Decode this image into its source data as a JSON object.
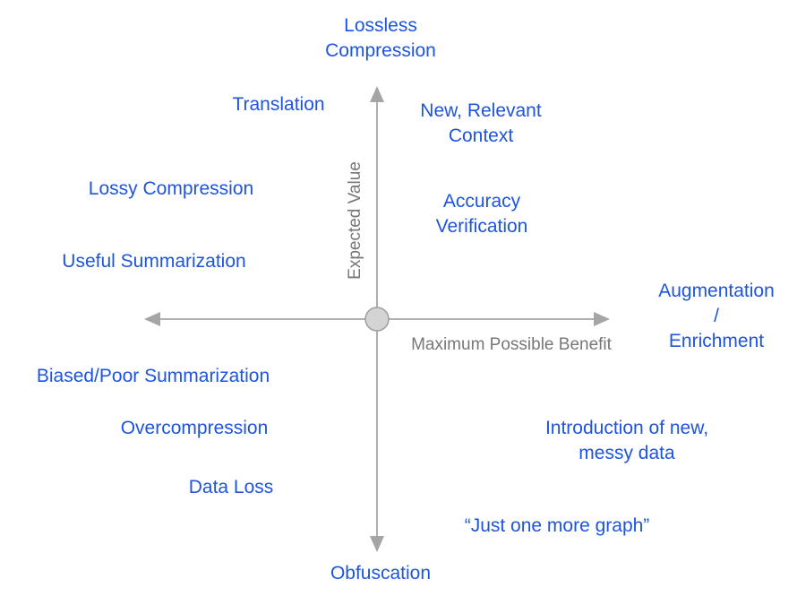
{
  "axes": {
    "y_label": "Expected Value",
    "x_label": "Maximum Possible Benefit"
  },
  "labels": [
    {
      "id": "lossless-compression",
      "quadrant": "top-center-above-axis",
      "text": "Lossless\nCompression"
    },
    {
      "id": "translation",
      "quadrant": "upper-left",
      "text": "Translation"
    },
    {
      "id": "new-relevant-context",
      "quadrant": "upper-right",
      "text": "New, Relevant\nContext"
    },
    {
      "id": "lossy-compression",
      "quadrant": "upper-left",
      "text": "Lossy Compression"
    },
    {
      "id": "accuracy-verification",
      "quadrant": "upper-right",
      "text": "Accuracy\nVerification"
    },
    {
      "id": "useful-summarization",
      "quadrant": "upper-left",
      "text": "Useful Summarization"
    },
    {
      "id": "augmentation-enrichment",
      "quadrant": "right-of-axis",
      "text": "Augmentation /\nEnrichment"
    },
    {
      "id": "biased-poor-summarization",
      "quadrant": "lower-left",
      "text": "Biased/Poor Summarization"
    },
    {
      "id": "overcompression",
      "quadrant": "lower-left",
      "text": "Overcompression"
    },
    {
      "id": "introduction-of-new-messy-data",
      "quadrant": "lower-right",
      "text": "Introduction of new,\nmessy data"
    },
    {
      "id": "data-loss",
      "quadrant": "lower-left",
      "text": "Data Loss"
    },
    {
      "id": "just-one-more-graph",
      "quadrant": "lower-right",
      "text": "“Just one more graph”"
    },
    {
      "id": "obfuscation",
      "quadrant": "bottom-center-below-axis",
      "text": "Obfuscation"
    }
  ],
  "colors": {
    "label_blue": "#1d54e0",
    "axis_gray": "#a5a5a5",
    "axis_text_gray": "#777777",
    "origin_fill": "#d4d4d4",
    "origin_stroke": "#9e9e9e"
  }
}
